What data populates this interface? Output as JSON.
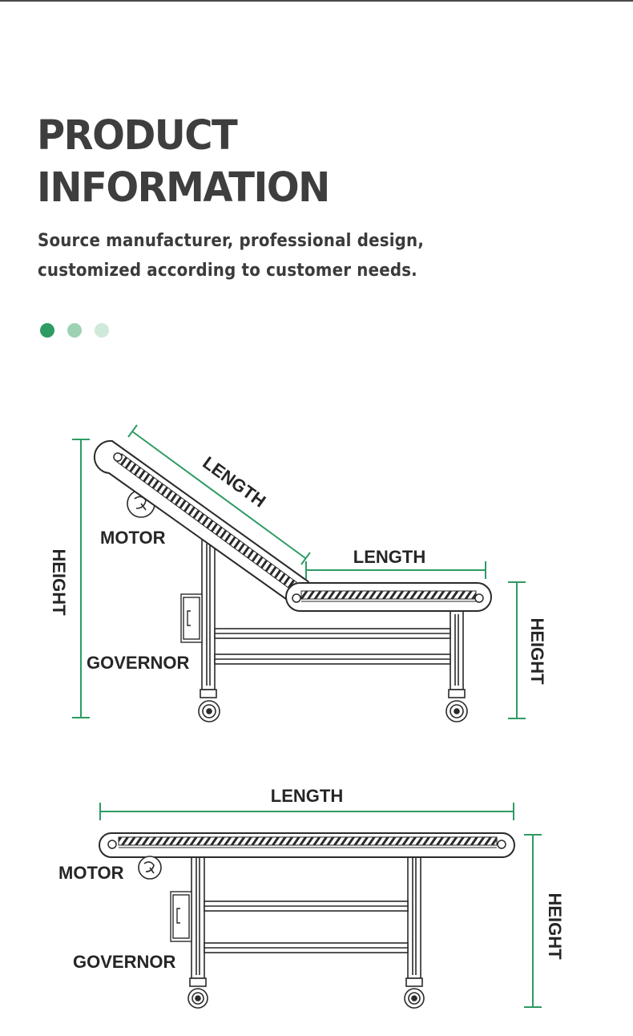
{
  "header": {
    "title_line1": "PRODUCT",
    "title_line2": "INFORMATION",
    "subtitle_line1": "Source manufacturer, professional design,",
    "subtitle_line2": "customized according to customer needs."
  },
  "pager_dots": [
    {
      "color": "#2e9b63"
    },
    {
      "color": "#9dd2b5"
    },
    {
      "color": "#cfe9db"
    }
  ],
  "colors": {
    "dimension_line": "#2e9b63",
    "frame_stroke": "#2a2a2a",
    "label_text": "#262626"
  },
  "diagram_inclined": {
    "length_label_incline": "LENGTH",
    "length_label_flat": "LENGTH",
    "height_label_left": "HEIGHT",
    "height_label_right": "HEIGHT",
    "motor_label": "MOTOR",
    "governor_label": "GOVERNOR",
    "motor_icon": "motor-icon",
    "wheel_icon": "wheel-icon"
  },
  "diagram_flat": {
    "length_label": "LENGTH",
    "height_label": "HEIGHT",
    "motor_label": "MOTOR",
    "governor_label": "GOVERNOR",
    "motor_icon": "motor-icon",
    "wheel_icon": "wheel-icon"
  }
}
